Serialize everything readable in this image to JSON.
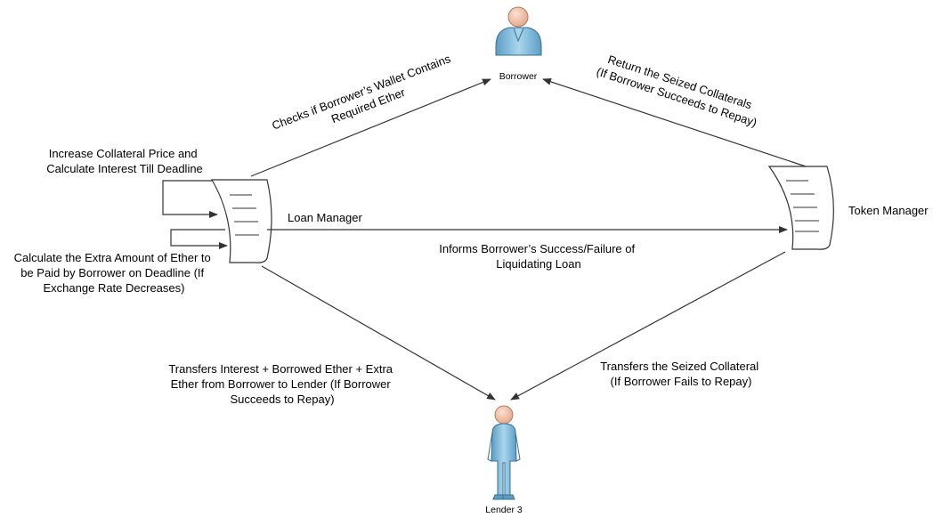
{
  "actors": {
    "borrower": "Borrower",
    "lender": "Lender 3"
  },
  "contracts": {
    "loan_manager": "Loan Manager",
    "token_manager": "Token Manager"
  },
  "self_loops": {
    "top": [
      "Increase Collateral Price and",
      "Calculate Interest Till Deadline"
    ],
    "bottom": [
      "Calculate the Extra Amount of Ether to",
      "be Paid by Borrower on Deadline (If",
      "Exchange Rate Decreases)"
    ]
  },
  "edges": {
    "check_wallet": [
      "Checks if Borrower’s Wallet Contains",
      "Required Ether"
    ],
    "return_collateral": [
      "Return the Seized Collaterals",
      "(If Borrower Succeeds to Repay)"
    ],
    "inform_result": [
      "Informs Borrower’s Success/Failure of",
      "Liquidating Loan"
    ],
    "transfer_interest": [
      "Transfers Interest + Borrowed Ether + Extra",
      "Ether from Borrower to Lender (If Borrower",
      "Succeeds to Repay)"
    ],
    "transfer_collateral": [
      "Transfers the Seized Collateral",
      "(If Borrower Fails to Repay)"
    ]
  },
  "colors": {
    "line": "#333333",
    "person_fill": "#7fb8d8",
    "person_stroke": "#3a6f8f",
    "head_fill": "#f2c1a8",
    "head_stroke": "#b07a60"
  }
}
